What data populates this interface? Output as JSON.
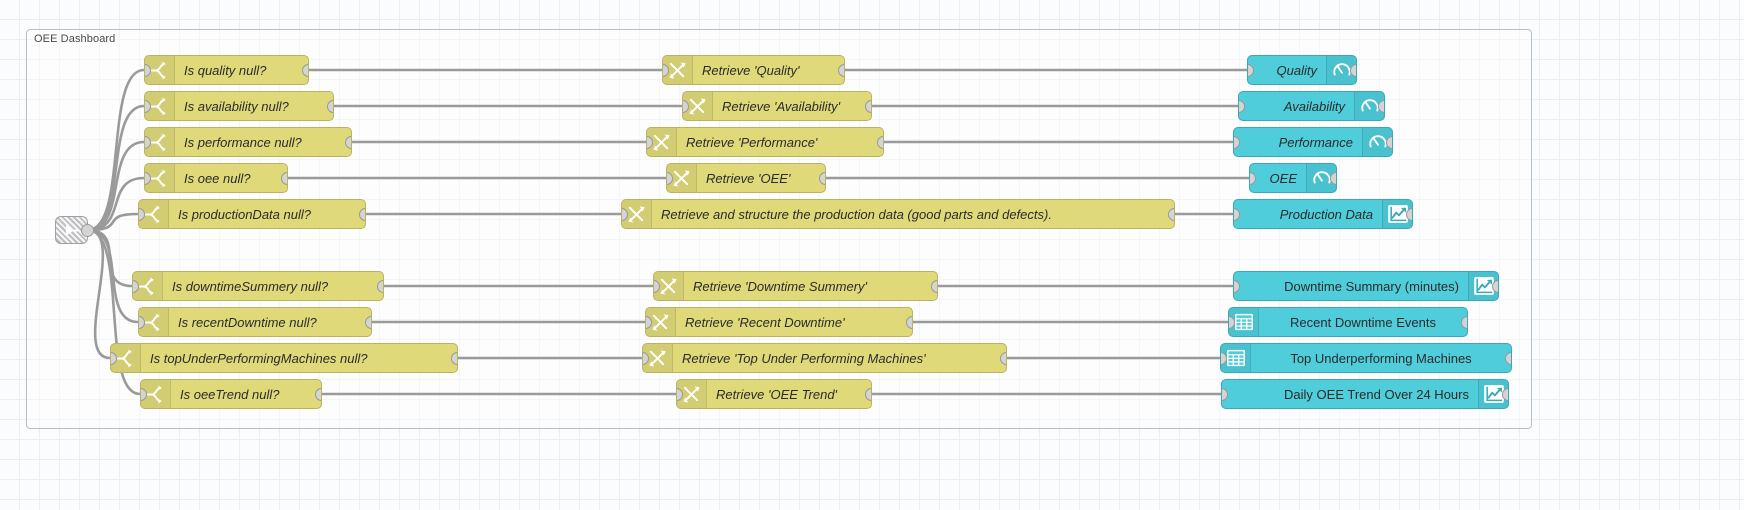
{
  "editor": {
    "canvas_background": "#fbfcfe",
    "grid_color": "#e9eef5",
    "node_yellow": "#dfd97a",
    "node_cyan": "#4fcddb",
    "node_grey": "#d4d4d4",
    "wire_color": "#9a9a9a"
  },
  "group": {
    "label": "OEE Dashboard"
  },
  "link_node": {
    "icon": "link-in-icon"
  },
  "rows": [
    {
      "id": "quality",
      "switch": {
        "label": "Is quality null?",
        "icon": "switch-icon"
      },
      "change": {
        "label": "Retrieve 'Quality'",
        "icon": "change-icon"
      },
      "ui": {
        "label": "Quality",
        "icon": "gauge-icon",
        "icon_side": "right",
        "style": "italic"
      }
    },
    {
      "id": "availability",
      "switch": {
        "label": "Is availability null?",
        "icon": "switch-icon"
      },
      "change": {
        "label": "Retrieve 'Availability'",
        "icon": "change-icon"
      },
      "ui": {
        "label": "Availability",
        "icon": "gauge-icon",
        "icon_side": "right",
        "style": "italic"
      }
    },
    {
      "id": "performance",
      "switch": {
        "label": "Is performance null?",
        "icon": "switch-icon"
      },
      "change": {
        "label": "Retrieve 'Performance'",
        "icon": "change-icon"
      },
      "ui": {
        "label": "Performance",
        "icon": "gauge-icon",
        "icon_side": "right",
        "style": "italic"
      }
    },
    {
      "id": "oee",
      "switch": {
        "label": "Is oee null?",
        "icon": "switch-icon"
      },
      "change": {
        "label": "Retrieve 'OEE'",
        "icon": "change-icon"
      },
      "ui": {
        "label": "OEE",
        "icon": "gauge-icon",
        "icon_side": "right",
        "style": "italic"
      }
    },
    {
      "id": "production-data",
      "switch": {
        "label": "Is productionData null?",
        "icon": "switch-icon"
      },
      "change": {
        "label": "Retrieve and structure the production data (good parts and defects).",
        "icon": "change-icon"
      },
      "ui": {
        "label": "Production Data",
        "icon": "chart-icon",
        "icon_side": "right",
        "style": "italic"
      }
    },
    {
      "id": "downtime-summary",
      "switch": {
        "label": "Is downtimeSummery null?",
        "icon": "switch-icon"
      },
      "change": {
        "label": "Retrieve 'Downtime Summery'",
        "icon": "change-icon"
      },
      "ui": {
        "label": "Downtime Summary (minutes)",
        "icon": "chart-icon",
        "icon_side": "right",
        "style": "plain"
      }
    },
    {
      "id": "recent-downtime",
      "switch": {
        "label": "Is recentDowntime null?",
        "icon": "switch-icon"
      },
      "change": {
        "label": "Retrieve 'Recent Downtime'",
        "icon": "change-icon"
      },
      "ui": {
        "label": "Recent Downtime Events",
        "icon": "table-icon",
        "icon_side": "left",
        "style": "plain"
      }
    },
    {
      "id": "top-underperforming",
      "switch": {
        "label": "Is topUnderPerformingMachines null?",
        "icon": "switch-icon"
      },
      "change": {
        "label": "Retrieve 'Top Under Performing Machines'",
        "icon": "change-icon"
      },
      "ui": {
        "label": "Top Underperforming Machines",
        "icon": "table-icon",
        "icon_side": "left",
        "style": "plain"
      }
    },
    {
      "id": "oee-trend",
      "switch": {
        "label": "Is oeeTrend null?",
        "icon": "switch-icon"
      },
      "change": {
        "label": "Retrieve 'OEE Trend'",
        "icon": "change-icon"
      },
      "ui": {
        "label": "Daily OEE Trend Over 24 Hours",
        "icon": "chart-icon",
        "icon_side": "right",
        "style": "plain"
      }
    }
  ]
}
